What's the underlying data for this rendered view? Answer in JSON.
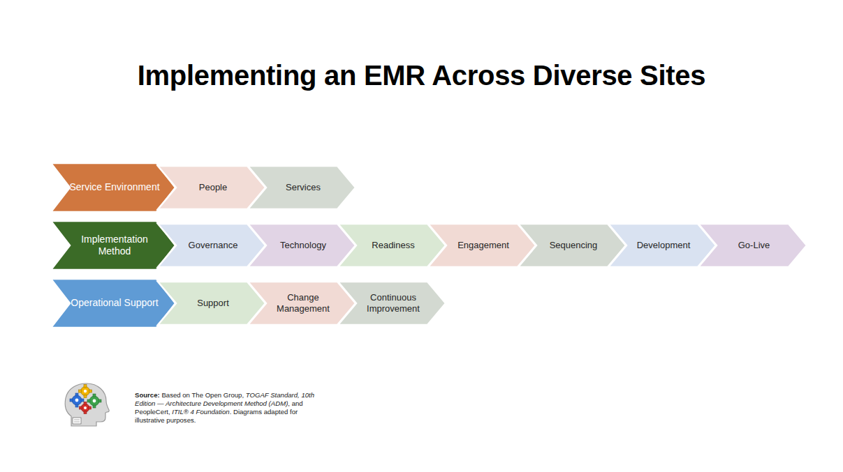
{
  "diagram": {
    "title": "Implementing an EMR Across Diverse Sites",
    "nodes": [
      {
        "text": [
          "Service Environment"
        ]
      },
      {
        "text": [
          "People"
        ]
      },
      {
        "text": [
          "Services"
        ]
      },
      {
        "text": [
          "Implementation Method"
        ]
      },
      {
        "text": [
          "Governance"
        ]
      },
      {
        "text": [
          "Technology"
        ]
      },
      {
        "text": [
          "Readiness"
        ]
      },
      {
        "text": [
          "Engagement"
        ]
      },
      {
        "text": [
          "Sequencing"
        ]
      },
      {
        "text": [
          "Development"
        ]
      },
      {
        "text": [
          "Go-Live"
        ]
      },
      {
        "text": [
          "Operational Support"
        ]
      },
      {
        "text": [
          "Support"
        ]
      },
      {
        "text": [
          "Change Management"
        ]
      },
      {
        "text": [
          "Continuous Improvement"
        ]
      }
    ],
    "labels": [
      "Source:",
      "Based on The Open Group,",
      "TOGAF Standard, 10th Edition — Architecture Development Method (ADM)",
      ", and PeopleCert,",
      "ITIL® 4 Foundation",
      ". Diagrams adapted for illustrative purposes."
    ]
  }
}
